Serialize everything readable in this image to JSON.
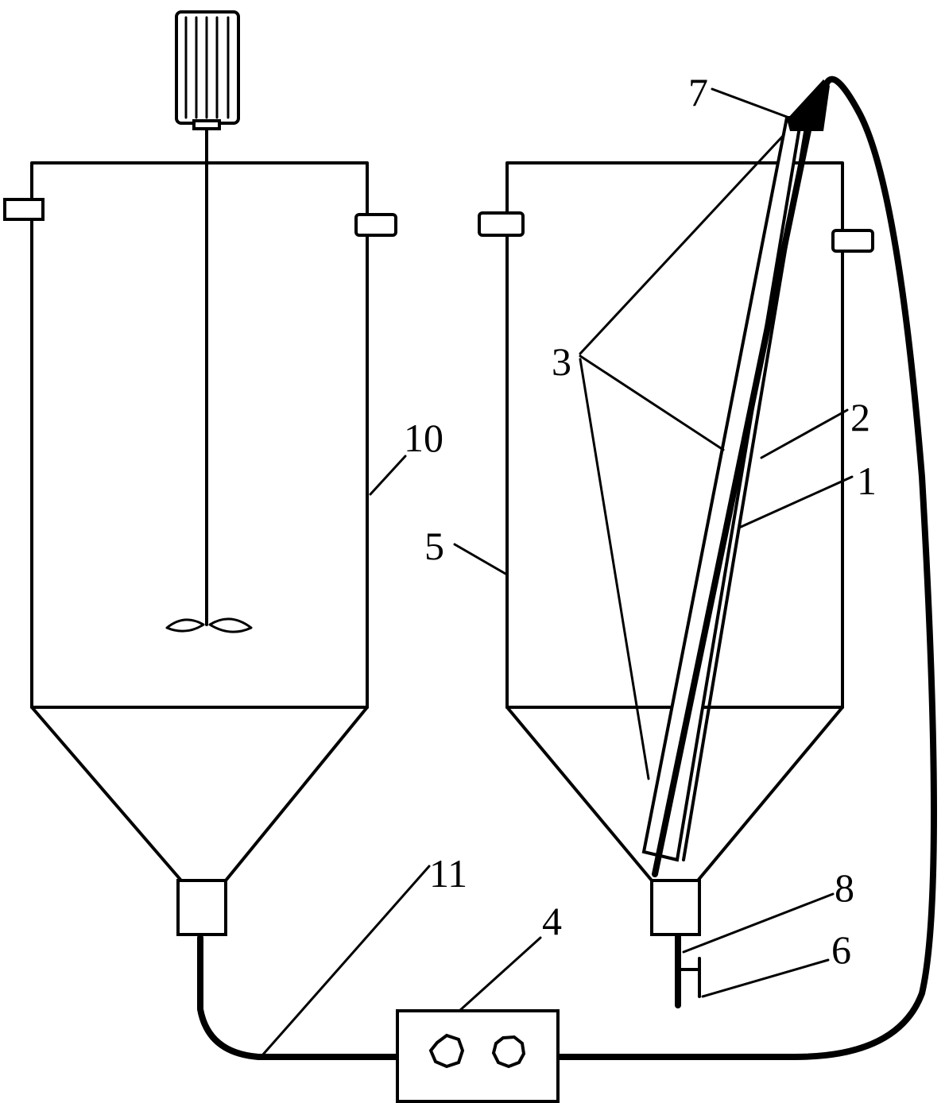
{
  "colors": {
    "line": "#000000",
    "background": "#ffffff"
  },
  "components": {
    "motor": {
      "icon": "motor-icon"
    },
    "impeller": {
      "icon": "impeller-icon"
    },
    "pump": {
      "icon": "pump-icon"
    }
  },
  "labels": {
    "l1": "1",
    "l2": "2",
    "l3": "3",
    "l4": "4",
    "l5": "5",
    "l6": "6",
    "l7": "7",
    "l8": "8",
    "l10": "10",
    "l11": "11"
  }
}
